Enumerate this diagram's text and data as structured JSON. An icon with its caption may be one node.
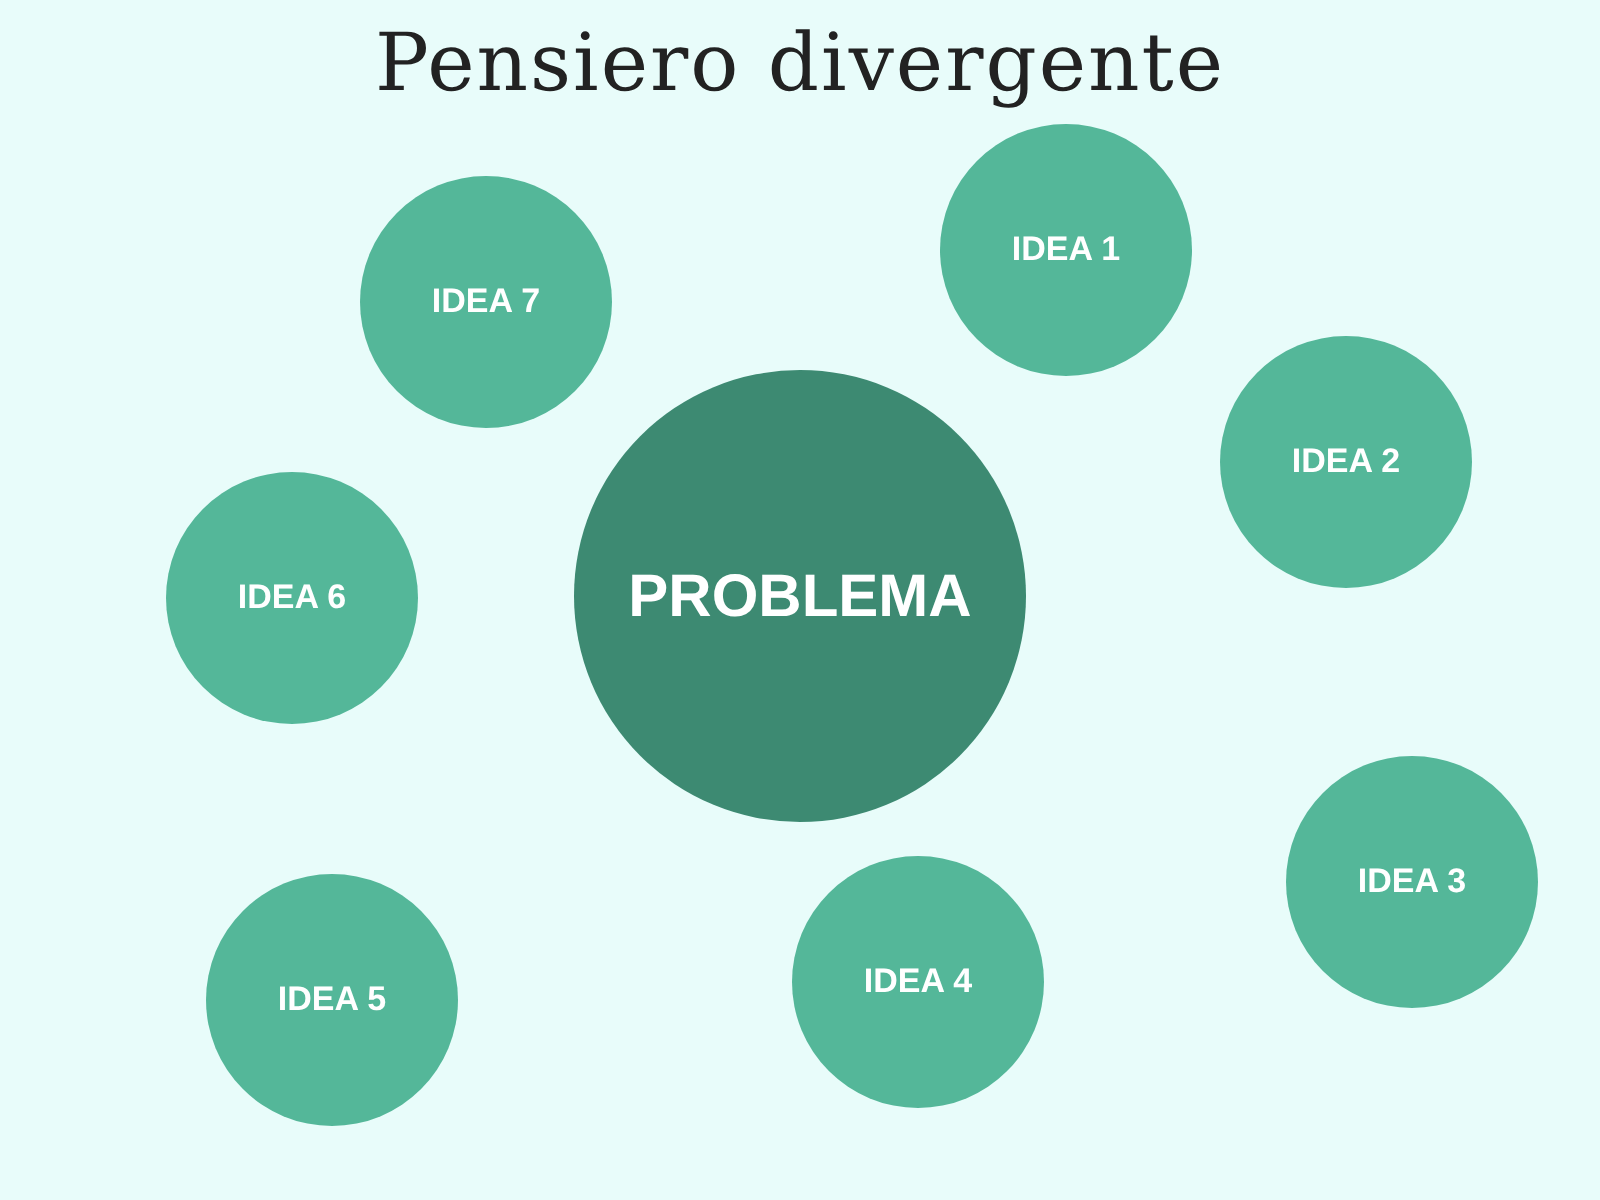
{
  "diagram": {
    "title": "Pensiero divergente",
    "nodes": [
      {
        "text": [
          "PROBLEMA"
        ]
      },
      {
        "text": [
          "IDEA 1"
        ]
      },
      {
        "text": [
          "IDEA 2"
        ]
      },
      {
        "text": [
          "IDEA 3"
        ]
      },
      {
        "text": [
          "IDEA 4"
        ]
      },
      {
        "text": [
          "IDEA 5"
        ]
      },
      {
        "text": [
          "IDEA 6"
        ]
      },
      {
        "text": [
          "IDEA 7"
        ]
      }
    ],
    "edges": []
  }
}
